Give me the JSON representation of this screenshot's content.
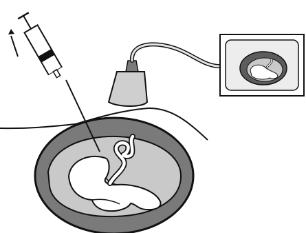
{
  "figure": {
    "kind": "line-illustration",
    "elements": [
      "syringe-needle",
      "ultrasound-probe",
      "ultrasound-monitor",
      "uterus",
      "fetus",
      "umbilical-cord"
    ],
    "colors": {
      "line": "#111111",
      "uterus_wall": "#7a7a7a",
      "amniotic_fluid": "#c9c9c9",
      "fetus": "#ffffff",
      "background": "#ffffff"
    }
  }
}
